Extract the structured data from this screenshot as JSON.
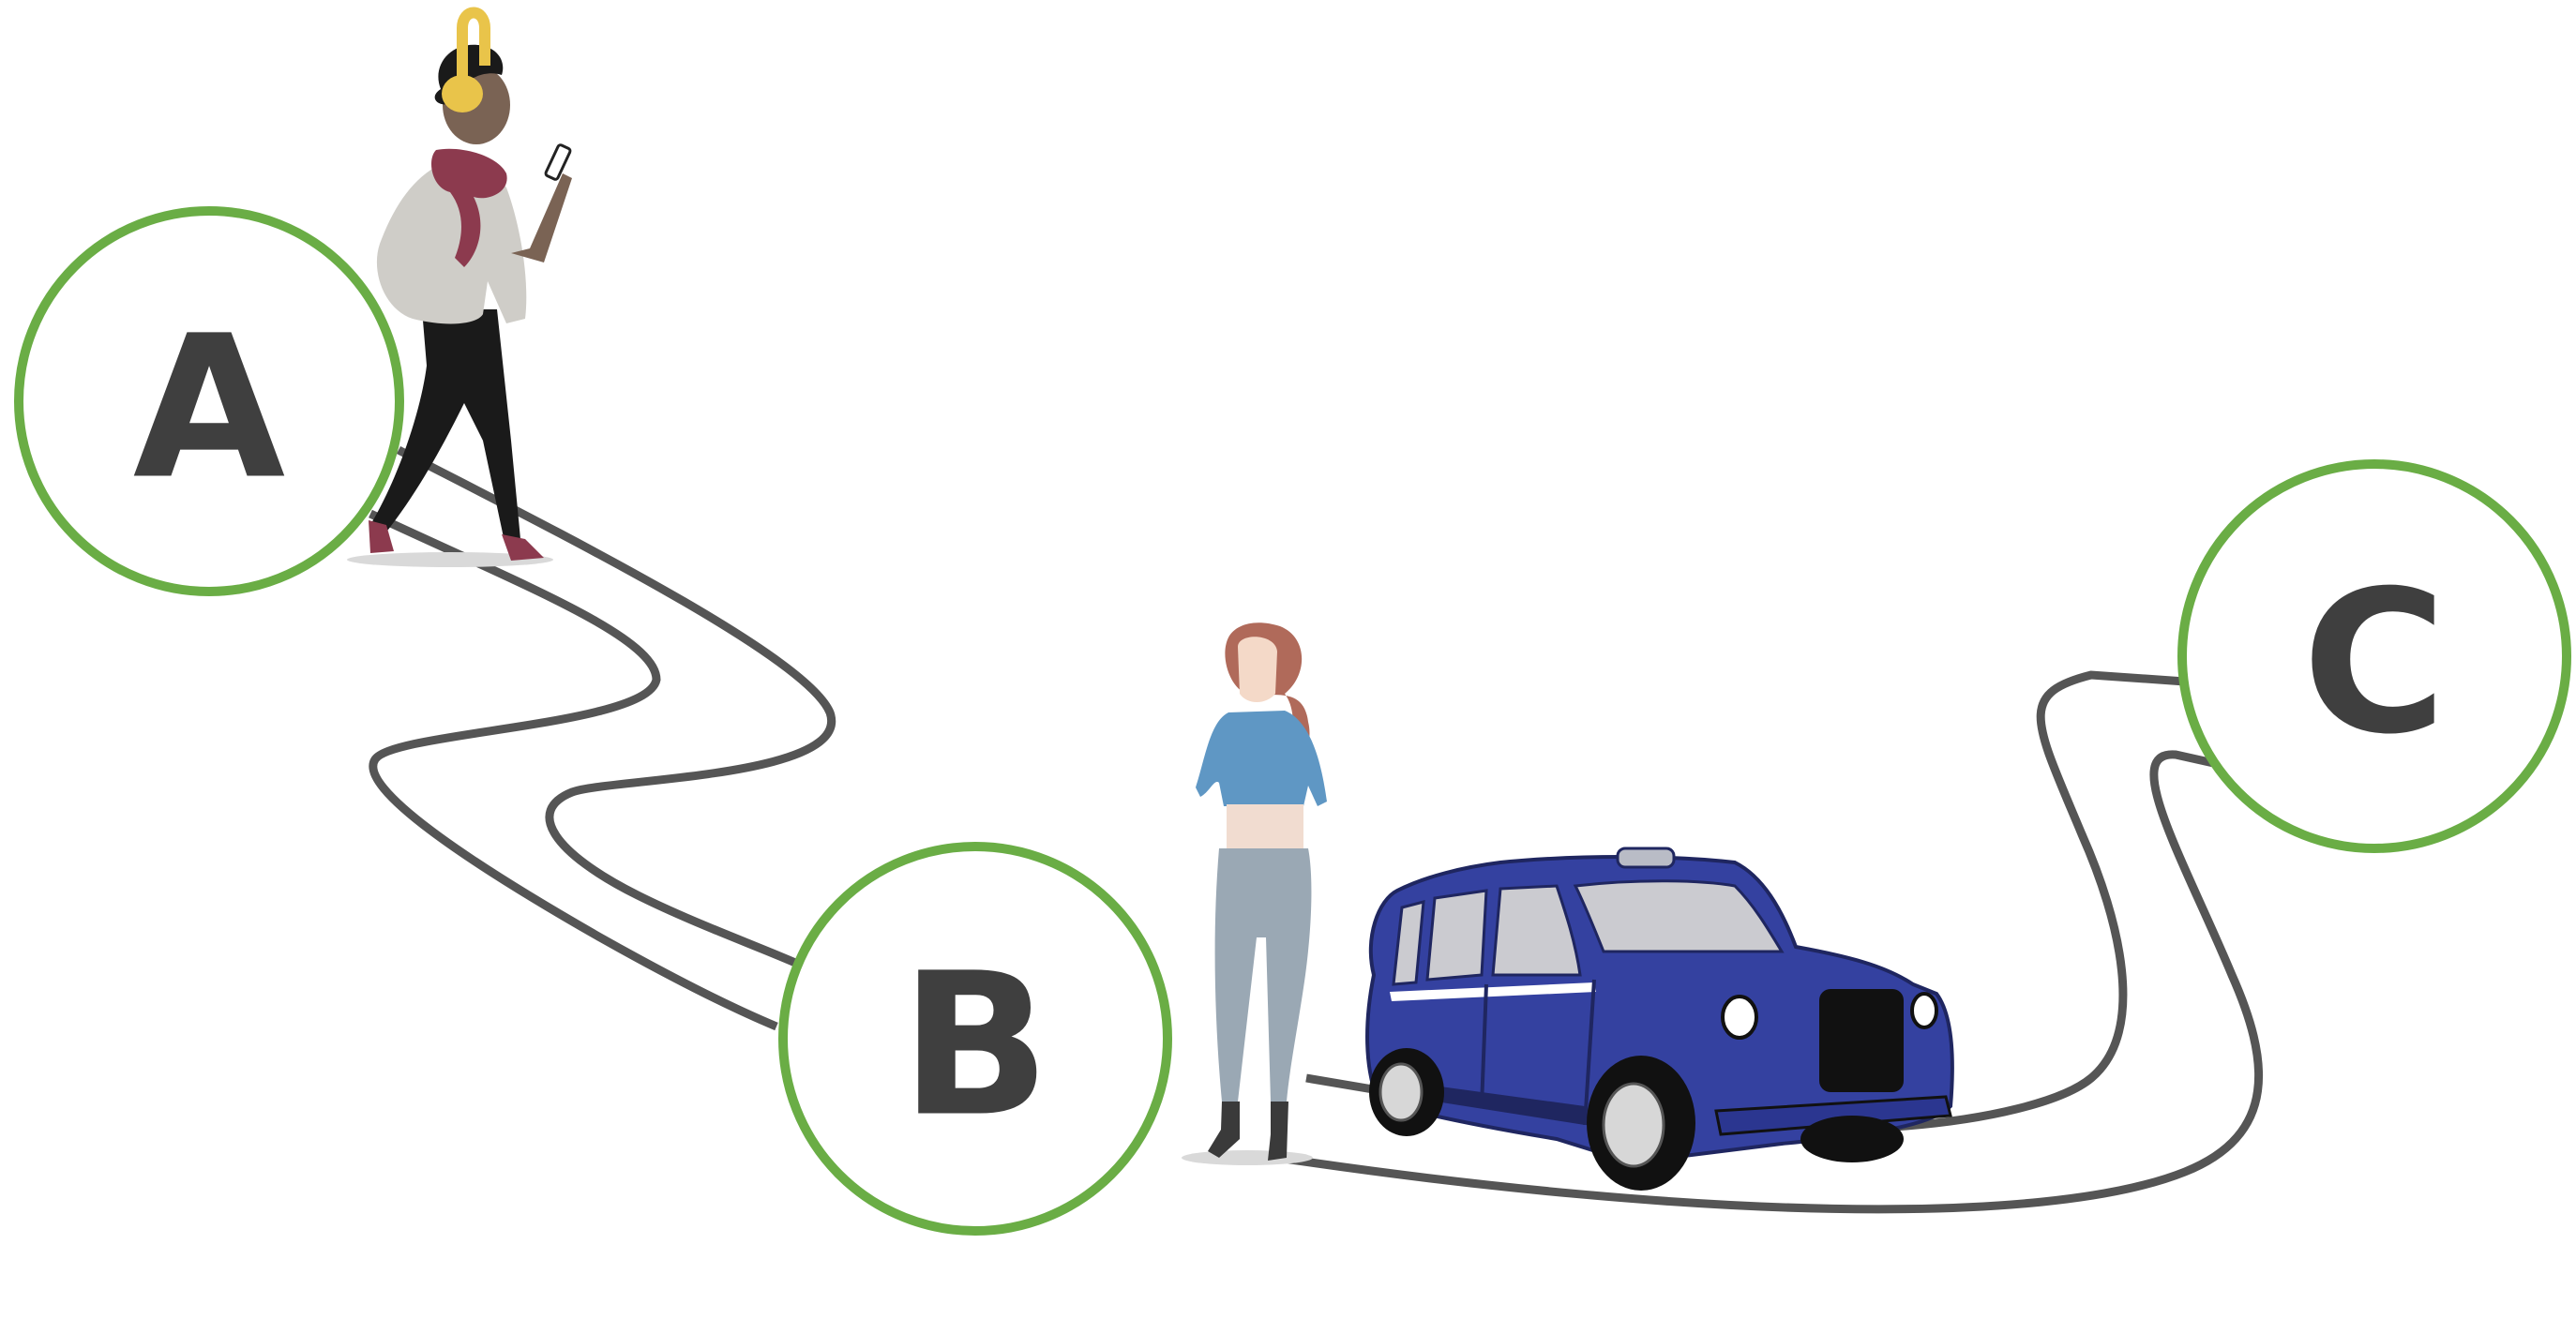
{
  "nodes": [
    {
      "id": "a",
      "label": "A"
    },
    {
      "id": "b",
      "label": "B"
    },
    {
      "id": "c",
      "label": "C"
    }
  ],
  "colors": {
    "ring": "#6aad45",
    "path": "#555555",
    "letter": "#3f3f3f",
    "taxi_body": "#3441a0",
    "taxi_dark": "#1f2660"
  },
  "figures": [
    {
      "name": "walking-woman-with-headphones-and-phone"
    },
    {
      "name": "woman-standing-with-phone"
    },
    {
      "name": "blue-taxi-cab"
    }
  ]
}
